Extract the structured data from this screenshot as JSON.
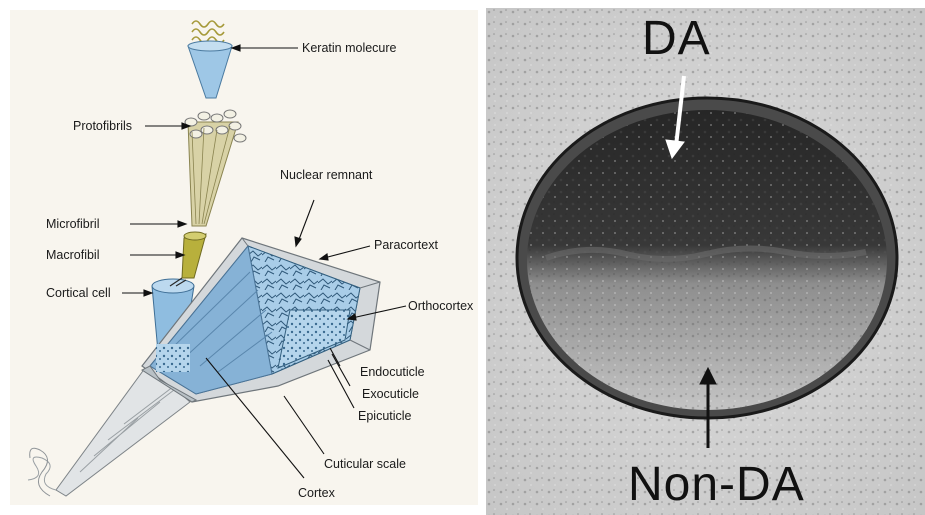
{
  "hair_diagram": {
    "labels": {
      "keratin_molecule": "Keratin molecure",
      "protofibrils": "Protofibrils",
      "microfibril": "Microfibril",
      "macrofibril": "Macrofibil",
      "cortical_cell": "Cortical cell",
      "nuclear_remnant": "Nuclear remnant",
      "paracortex": "Paracortext",
      "orthocortex": "Orthocortex",
      "endocuticle": "Endocuticle",
      "exocuticle": "Exocuticle",
      "epicuticle": "Epicuticle",
      "cuticular_scale": "Cuticular scale",
      "cortex": "Cortex"
    }
  },
  "micrograph": {
    "top_label": "DA",
    "bottom_label": "Non-DA"
  },
  "colors": {
    "fiber_blue": "#9fc6e4",
    "microfibril_yellow": "#c9c25a",
    "cuticle_grey": "#d6d9dc"
  }
}
